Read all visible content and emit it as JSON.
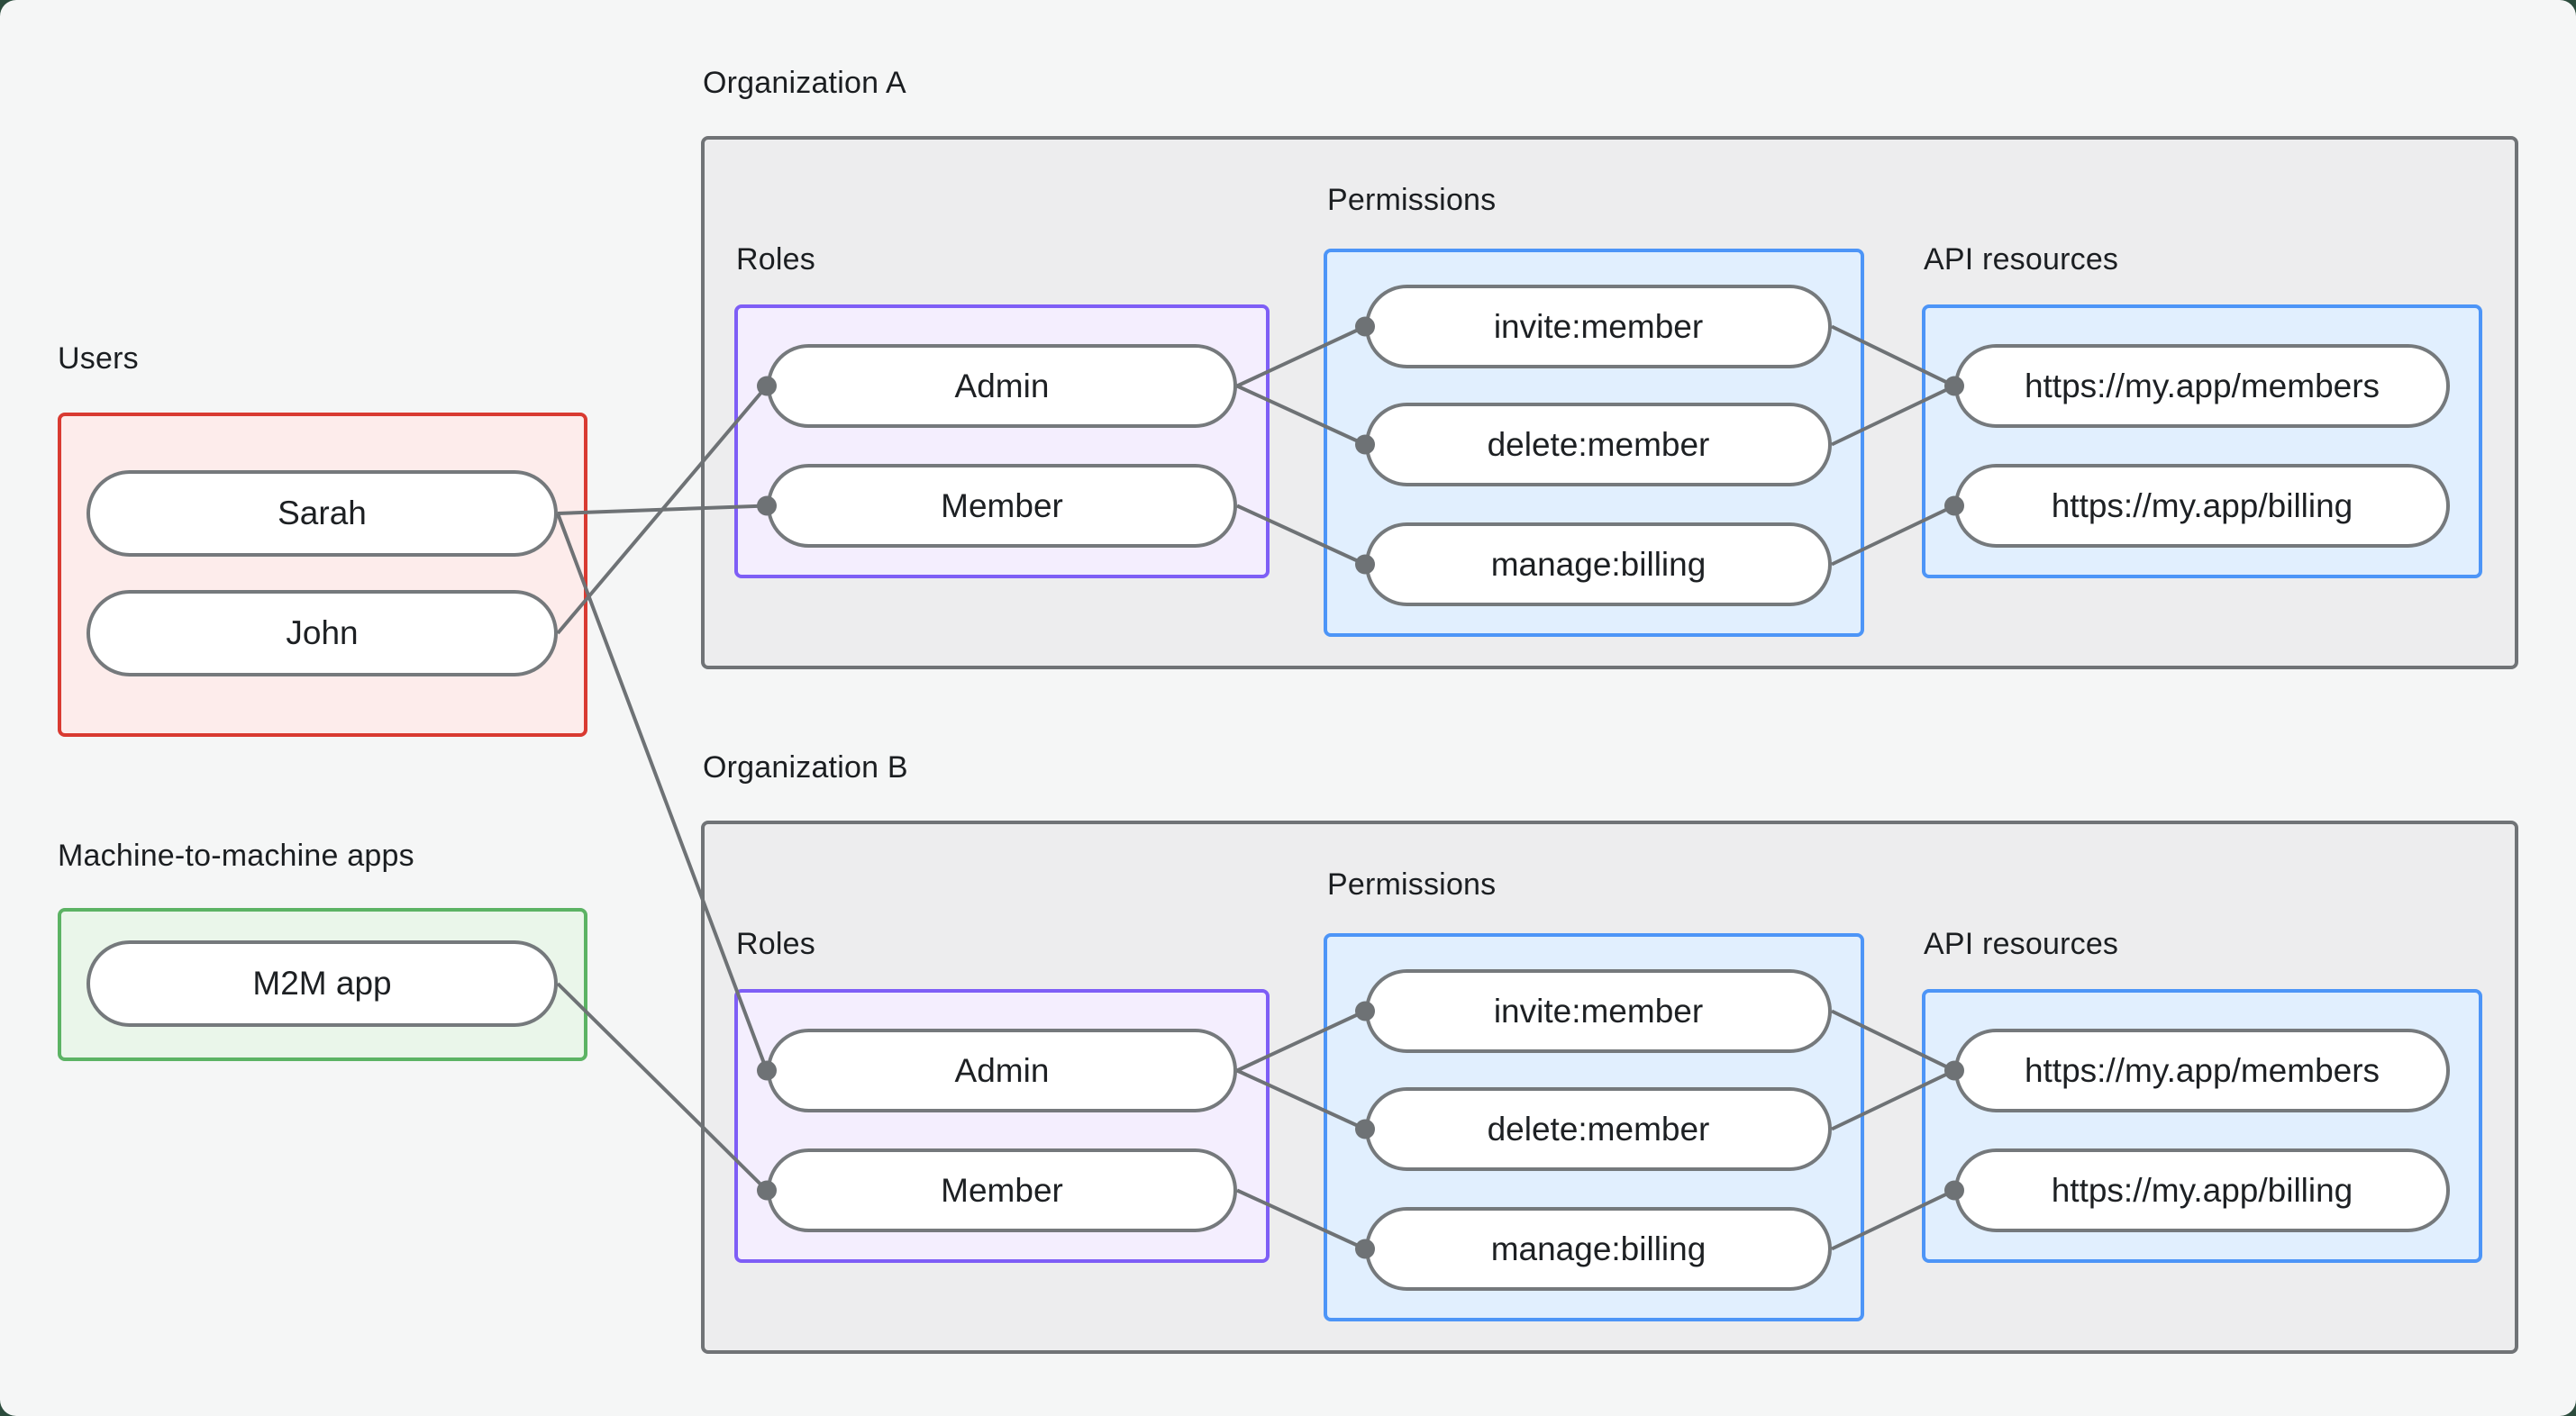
{
  "palette": {
    "page_background": "#f5f6f6",
    "behind_page": "#2c4c3d",
    "org_box_fill": "#ededee",
    "org_box_border": "#707376",
    "users_border": "#d93a31",
    "users_fill": "#fdeceb",
    "m2m_border": "#5cb364",
    "m2m_fill": "#eaf6ea",
    "roles_border": "#7e5ef6",
    "roles_fill": "#f4eefe",
    "blue_border": "#4d95f7",
    "blue_fill": "#e1effe",
    "pill_border": "#75797c",
    "connector": "#6e7275",
    "text": "#1d2023"
  },
  "groups": {
    "users": {
      "label": "Users",
      "items": [
        "Sarah",
        "John"
      ]
    },
    "m2m": {
      "label": "Machine-to-machine apps",
      "items": [
        "M2M app"
      ]
    }
  },
  "orgs": [
    {
      "label": "Organization A",
      "roles": {
        "label": "Roles",
        "items": [
          "Admin",
          "Member"
        ]
      },
      "permissions": {
        "label": "Permissions",
        "items": [
          "invite:member",
          "delete:member",
          "manage:billing"
        ]
      },
      "api": {
        "label": "API resources",
        "items": [
          "https://my.app/members",
          "https://my.app/billing"
        ]
      }
    },
    {
      "label": "Organization B",
      "roles": {
        "label": "Roles",
        "items": [
          "Admin",
          "Member"
        ]
      },
      "permissions": {
        "label": "Permissions",
        "items": [
          "invite:member",
          "delete:member",
          "manage:billing"
        ]
      },
      "api": {
        "label": "API resources",
        "items": [
          "https://my.app/members",
          "https://my.app/billing"
        ]
      }
    }
  ],
  "connections": [
    {
      "from": "users-sarah",
      "to": "orgA-role-member"
    },
    {
      "from": "users-john",
      "to": "orgA-role-admin"
    },
    {
      "from": "users-sarah",
      "to": "orgB-role-admin"
    },
    {
      "from": "m2m-app",
      "to": "orgB-role-member"
    },
    {
      "from": "orgA-role-admin",
      "to": "orgA-perm-invite"
    },
    {
      "from": "orgA-role-admin",
      "to": "orgA-perm-delete"
    },
    {
      "from": "orgA-role-member",
      "to": "orgA-perm-manage"
    },
    {
      "from": "orgA-perm-invite",
      "to": "orgA-api-members"
    },
    {
      "from": "orgA-perm-delete",
      "to": "orgA-api-members"
    },
    {
      "from": "orgA-perm-manage",
      "to": "orgA-api-billing"
    },
    {
      "from": "orgB-role-admin",
      "to": "orgB-perm-invite"
    },
    {
      "from": "orgB-role-admin",
      "to": "orgB-perm-delete"
    },
    {
      "from": "orgB-role-member",
      "to": "orgB-perm-manage"
    },
    {
      "from": "orgB-perm-invite",
      "to": "orgB-api-members"
    },
    {
      "from": "orgB-perm-delete",
      "to": "orgB-api-members"
    },
    {
      "from": "orgB-perm-manage",
      "to": "orgB-api-billing"
    }
  ]
}
